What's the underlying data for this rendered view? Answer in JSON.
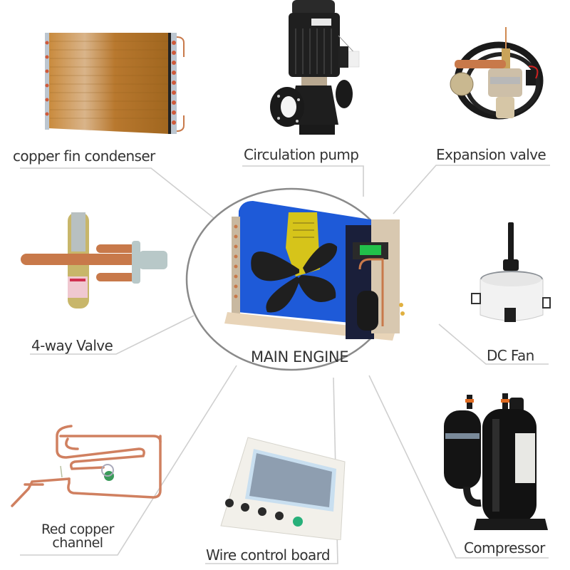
{
  "diagram": {
    "center": {
      "label": "MAIN ENGINE",
      "image": "outdoor-unit-cutaway"
    },
    "components": [
      {
        "id": "condenser",
        "label": "copper fin condenser",
        "image": "copper-fin-coil"
      },
      {
        "id": "pump",
        "label": "Circulation pump",
        "image": "inline-pump"
      },
      {
        "id": "expansion",
        "label": "Expansion valve",
        "image": "electronic-expansion-valve"
      },
      {
        "id": "fourway",
        "label": "4-way Valve",
        "image": "reversing-valve"
      },
      {
        "id": "dcfan",
        "label": "DC Fan",
        "image": "dc-fan-motor"
      },
      {
        "id": "copper",
        "label_line1": "Red copper",
        "label_line2": "channel",
        "image": "copper-piping"
      },
      {
        "id": "board",
        "label": "Wire control board",
        "image": "wired-controller"
      },
      {
        "id": "compressor",
        "label": "Compressor",
        "image": "rotary-compressor"
      }
    ],
    "colors": {
      "text": "#333333",
      "leader_line": "#c8c8c8",
      "ellipse_stroke": "#8a8a8a",
      "copper": "#c8794a",
      "blue_panel": "#1f5fd6",
      "black_part": "#1c1c1c"
    }
  }
}
